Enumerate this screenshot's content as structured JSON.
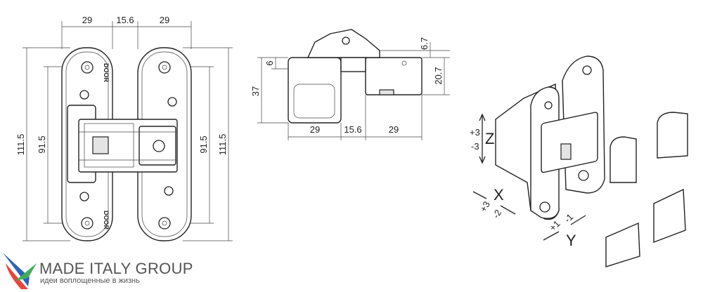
{
  "front_view": {
    "top_dims": [
      "29",
      "15.6",
      "29"
    ],
    "left_dims": [
      "111.5",
      "91.5"
    ],
    "right_dims": [
      "91.5",
      "111.5"
    ],
    "brand_marks": [
      "DOOR",
      "DOOR"
    ]
  },
  "side_view": {
    "left_dims": [
      "6",
      "37"
    ],
    "right_dims": [
      "6.7",
      "20.7"
    ],
    "bottom_dims": [
      "29",
      "15.6",
      "29"
    ]
  },
  "iso_view": {
    "z_axis": {
      "label": "Z",
      "plus": "+3",
      "minus": "-3"
    },
    "x_axis": {
      "label": "X",
      "plus": "+3",
      "minus": "-2"
    },
    "y_axis": {
      "label": "Y",
      "plus": "+1",
      "minus": "-1"
    }
  },
  "logo": {
    "title": "MADE ITALY GROUP",
    "tagline": "идеи воплощенные в жизнь",
    "colors": {
      "blue": "#2b63b8",
      "red": "#e8453c",
      "green": "#3fae5a"
    }
  }
}
